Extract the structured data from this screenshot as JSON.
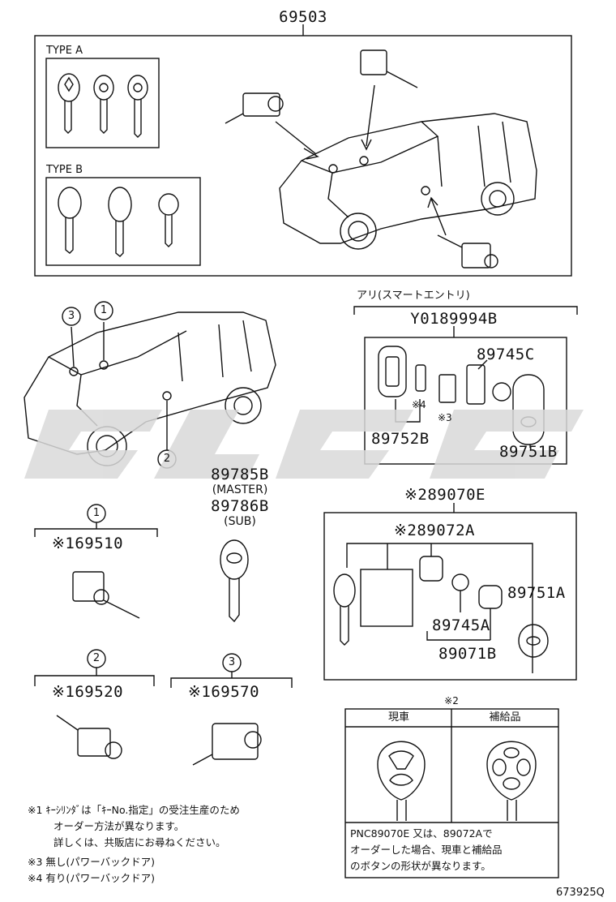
{
  "top_assembly": {
    "part_no": "69503",
    "type_a_label": "TYPE A",
    "type_b_label": "TYPE B"
  },
  "smart_entry": {
    "header": "アリ(スマートエントリ)",
    "part_no": "Y0189994B",
    "parts": {
      "p89745C": "89745C",
      "p89752B": "89752B",
      "p89751B": "89751B",
      "n4": "※4",
      "n3": "※3"
    }
  },
  "callouts": {
    "c1": "1",
    "c2": "2",
    "c3": "3"
  },
  "master_key": {
    "part_master": "89785B",
    "label_master": "(MASTER)",
    "part_sub": "89786B",
    "label_sub": "(SUB)"
  },
  "cylinders": {
    "c1": {
      "number": "1",
      "part_no": "※169510"
    },
    "c2": {
      "number": "2",
      "part_no": "※169520"
    },
    "c3": {
      "number": "3",
      "part_no": "※169570"
    }
  },
  "transmitter": {
    "part_no": "※289070E",
    "sub_part_no": "※289072A",
    "parts": {
      "p89751A": "89751A",
      "p89745A": "89745A",
      "p89071B": "89071B"
    }
  },
  "comparison_table": {
    "note_ref": "※2",
    "col_current": "現車",
    "col_supply": "補給品",
    "note_lines": [
      "PNC89070E 又は、89072Aで",
      "オーダーした場合、現車と補給品",
      "のボタンの形状が異なります。"
    ]
  },
  "footnotes": {
    "n1_line1": "※1 ｷｰｼﾘﾝﾀﾞは「ｷｰNo.指定」の受注生産のため",
    "n1_line2": "オーダー方法が異なります。",
    "n1_line3": "詳しくは、共販店にお尋ねください。",
    "n3": "※3 無し(パワーバックドア)",
    "n4": "※4 有り(パワーバックドア)"
  },
  "illustration_id": "673925Q",
  "colors": {
    "line": "#111111",
    "watermark": "#d9d9d9"
  }
}
